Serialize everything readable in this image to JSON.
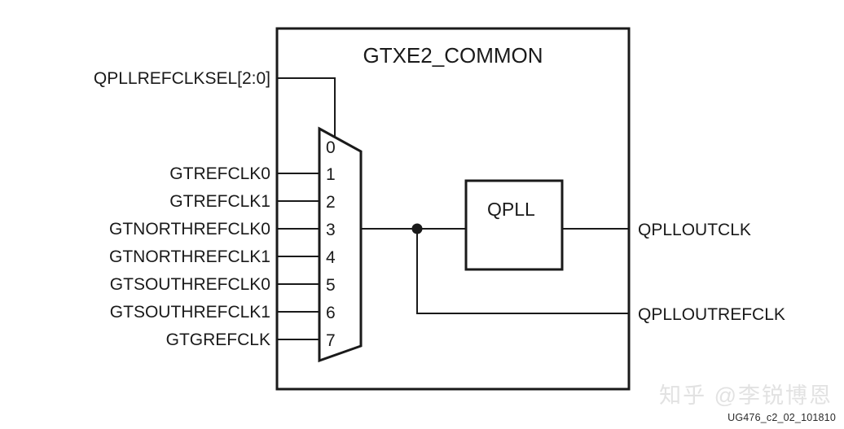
{
  "figure": {
    "block_title": "GTXE2_COMMON",
    "figure_id": "UG476_c2_02_101810",
    "watermark": "知乎 @李锐博恩",
    "line_color": "#1a1a1a",
    "background_color": "#ffffff",
    "watermark_color": "#e2e2e2"
  },
  "select_input": {
    "label": "QPLLREFCLKSEL[2:0]"
  },
  "mux": {
    "name": "refclk-select-mux",
    "ports": [
      {
        "index": "0",
        "source": ""
      },
      {
        "index": "1",
        "source": "GTREFCLK0"
      },
      {
        "index": "2",
        "source": "GTREFCLK1"
      },
      {
        "index": "3",
        "source": "GTNORTHREFCLK0"
      },
      {
        "index": "4",
        "source": "GTNORTHREFCLK1"
      },
      {
        "index": "5",
        "source": "GTSOUTHREFCLK0"
      },
      {
        "index": "6",
        "source": "GTSOUTHREFCLK1"
      },
      {
        "index": "7",
        "source": "GTGREFCLK"
      }
    ]
  },
  "inputs": [
    {
      "label": "GTREFCLK0"
    },
    {
      "label": "GTREFCLK1"
    },
    {
      "label": "GTNORTHREFCLK0"
    },
    {
      "label": "GTNORTHREFCLK1"
    },
    {
      "label": "GTSOUTHREFCLK0"
    },
    {
      "label": "GTSOUTHREFCLK1"
    },
    {
      "label": "GTGREFCLK"
    }
  ],
  "pll_block": {
    "label": "QPLL"
  },
  "outputs": [
    {
      "label": "QPLLOUTCLK"
    },
    {
      "label": "QPLLOUTREFCLK"
    }
  ]
}
